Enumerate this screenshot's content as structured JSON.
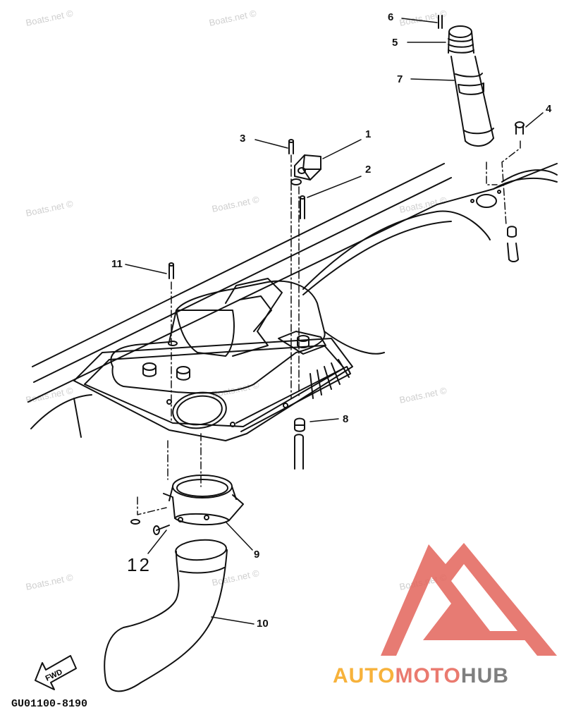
{
  "watermark": "Boats.net ©",
  "callouts": [
    "1",
    "2",
    "3",
    "4",
    "5",
    "6",
    "7",
    "8",
    "9",
    "10",
    "11",
    "12"
  ],
  "drawing_code": "GU01100-8190",
  "fwd_label": "FWD",
  "logo": {
    "part1": "AUTO",
    "part2": "MOTO",
    "part3": "HUB"
  },
  "colors": {
    "line": "#111111",
    "logo_red": "#e3645a",
    "logo_orange": "#f7b23b",
    "logo_gray": "#7f7f7f",
    "watermark": "#cfcfcf"
  }
}
